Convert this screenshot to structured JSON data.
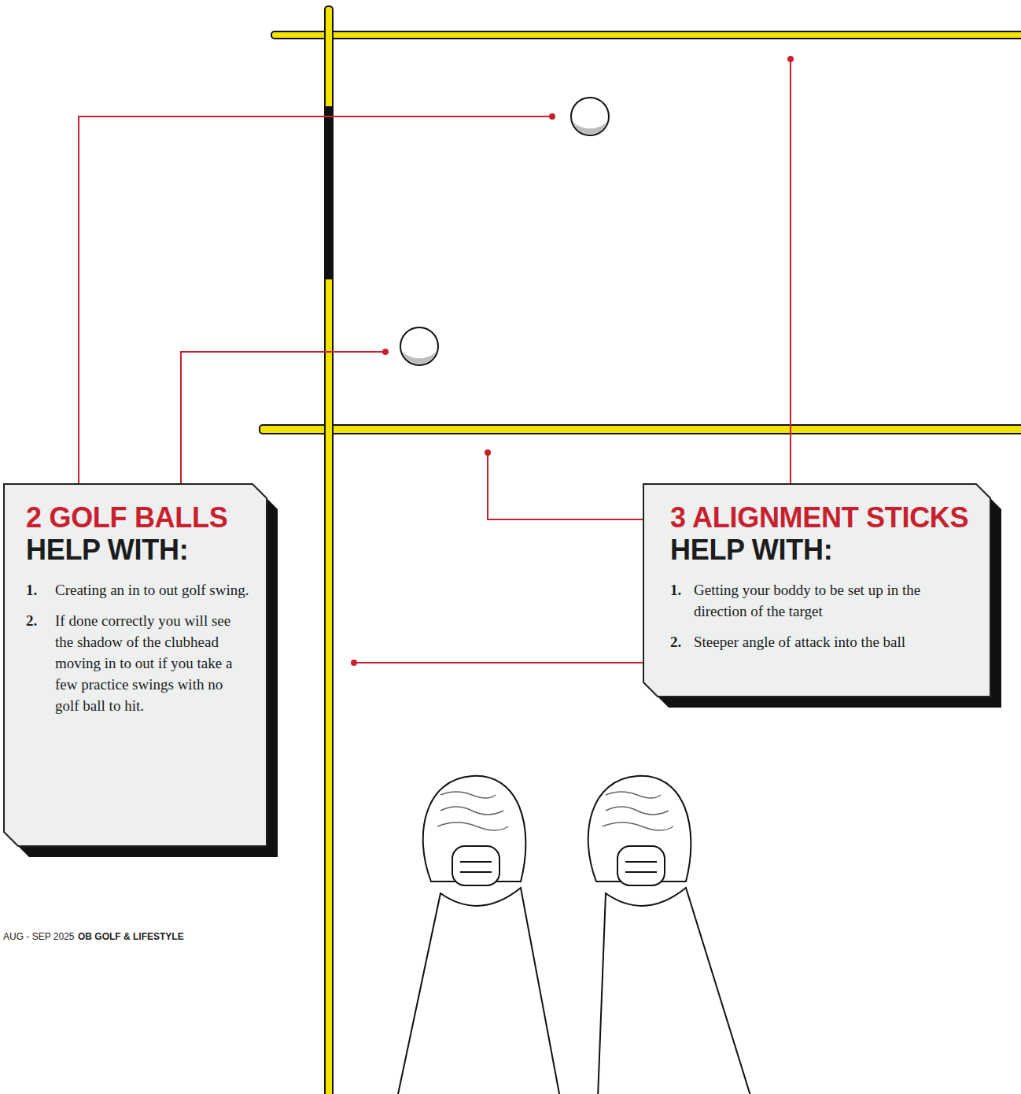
{
  "diagram": {
    "nodes": [
      {
        "text": [
          "2 GOLF BALLS",
          "HELP WITH:",
          "1.",
          "Creating an in to out golf swing.",
          "2.",
          "If done correctly you will see the shadow of the clubhead moving in to out if you take a few practice swings with no golf ball to hit."
        ]
      },
      {
        "text": [
          "3 ALIGNMENT STICKS",
          "HELP WITH:",
          "1.",
          "Getting your boddy to be set up in the direction of the target",
          "2.",
          "Steeper angle of attack into the ball"
        ]
      }
    ],
    "labels": [
      "AUG - SEP 2025",
      "OB GOLF & LIFESTYLE"
    ]
  }
}
